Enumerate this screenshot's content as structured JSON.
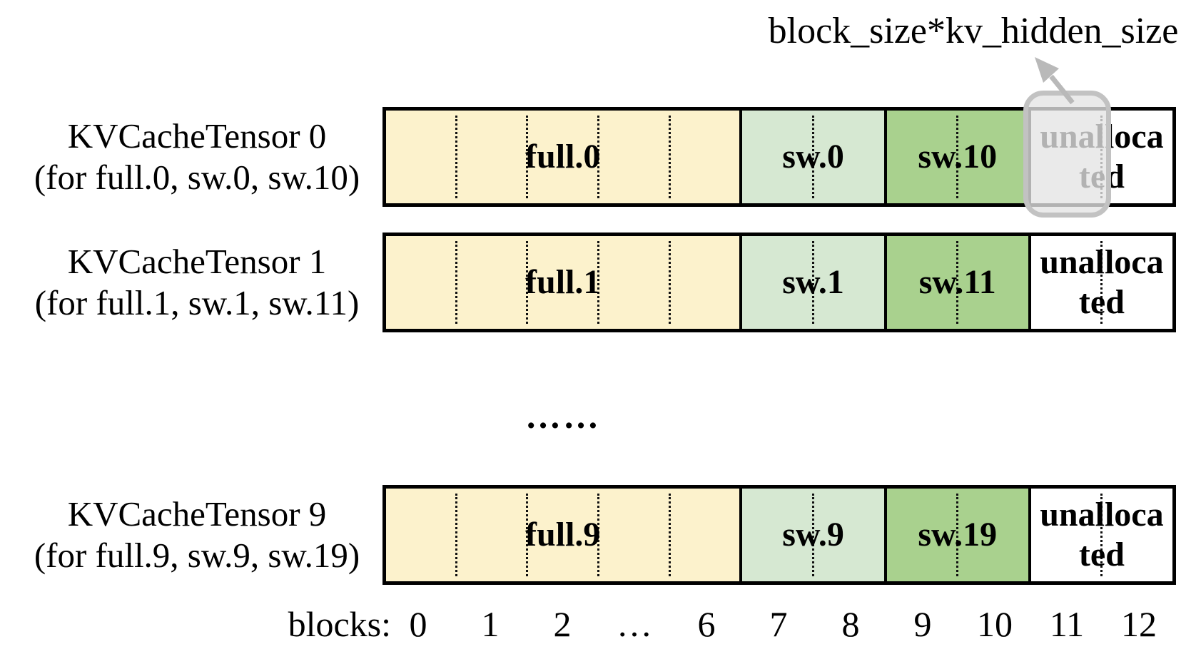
{
  "annotation": {
    "label": "block_size*kv_hidden_size"
  },
  "ellipsis": {
    "label": "……"
  },
  "axis": {
    "label": "blocks:",
    "ticks": [
      "0",
      "1",
      "2",
      "…",
      "6",
      "7",
      "8",
      "9",
      "10",
      "11",
      "12"
    ]
  },
  "rows": [
    {
      "title": "KVCacheTensor 0",
      "subtitle": "(for full.0, sw.0, sw.10)",
      "full_label": "full.0",
      "sw_a_label": "sw.0",
      "sw_b_label": "sw.10",
      "unallocated_line1": "unalloca",
      "unallocated_line2": "ted"
    },
    {
      "title": "KVCacheTensor 1",
      "subtitle": "(for full.1, sw.1, sw.11)",
      "full_label": "full.1",
      "sw_a_label": "sw.1",
      "sw_b_label": "sw.11",
      "unallocated_line1": "unalloca",
      "unallocated_line2": "ted"
    },
    {
      "title": "KVCacheTensor 9",
      "subtitle": "(for full.9, sw.9, sw.19)",
      "full_label": "full.9",
      "sw_a_label": "sw.9",
      "sw_b_label": "sw.19",
      "unallocated_line1": "unalloca",
      "unallocated_line2": "ted"
    }
  ],
  "colors": {
    "full_fill": "#FCF2CC",
    "sw_light_fill": "#D6E8D2",
    "sw_dark_fill": "#A9D18E",
    "unallocated_fill": "#FFFFFF",
    "box_border": "#000000",
    "highlight_fill": "#E4E4E4",
    "highlight_border": "#C2C2C2",
    "arrow": "#B9B9B9"
  }
}
